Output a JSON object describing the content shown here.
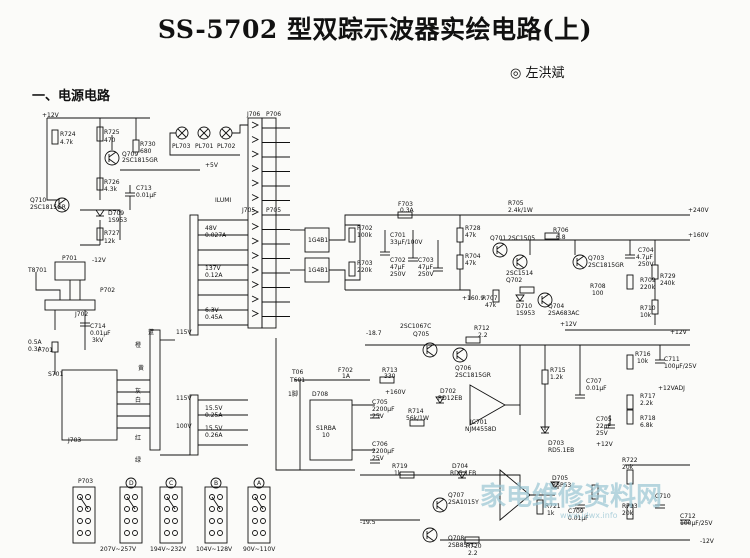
{
  "title": "SS-5702 型双踪示波器实绘电路(上)",
  "author": "◎ 左洪斌",
  "section": "一、电源电路",
  "labels": [
    {
      "id": "p12v",
      "t": "+12V"
    },
    {
      "id": "R724",
      "t": "R724"
    },
    {
      "id": "R724v",
      "t": "4.7k"
    },
    {
      "id": "R725",
      "t": "R725"
    },
    {
      "id": "R725v",
      "t": "470"
    },
    {
      "id": "R730",
      "t": "R730"
    },
    {
      "id": "R730v",
      "t": "680"
    },
    {
      "id": "Q709",
      "t": "Q709"
    },
    {
      "id": "Q709v",
      "t": "2SC1815GR"
    },
    {
      "id": "R726",
      "t": "R726"
    },
    {
      "id": "R726v",
      "t": "4.3k"
    },
    {
      "id": "C713",
      "t": "C713"
    },
    {
      "id": "C713v",
      "t": "0.01μF"
    },
    {
      "id": "Q710",
      "t": "Q710"
    },
    {
      "id": "Q710v",
      "t": "2SC1815GR"
    },
    {
      "id": "D709",
      "t": "D709"
    },
    {
      "id": "D709v",
      "t": "1S953"
    },
    {
      "id": "R727",
      "t": "R727"
    },
    {
      "id": "R727v",
      "t": "12k"
    },
    {
      "id": "m12v",
      "t": "-12V"
    },
    {
      "id": "PL703",
      "t": "PL703"
    },
    {
      "id": "PL701",
      "t": "PL701"
    },
    {
      "id": "PL702",
      "t": "PL702"
    },
    {
      "id": "J706",
      "t": "J706"
    },
    {
      "id": "P706",
      "t": "P706"
    },
    {
      "id": "p5v",
      "t": "+5V"
    },
    {
      "id": "ILUMI",
      "t": "ILUMI"
    },
    {
      "id": "J705",
      "t": "J705"
    },
    {
      "id": "P705",
      "t": "P705"
    },
    {
      "id": "F703",
      "t": "F703"
    },
    {
      "id": "F703v",
      "t": "0.3A"
    },
    {
      "id": "R705",
      "t": "R705"
    },
    {
      "id": "R705v",
      "t": "2.4k/1W"
    },
    {
      "id": "p240v",
      "t": "+240V"
    },
    {
      "id": "p160v",
      "t": "+160V"
    },
    {
      "id": "w48",
      "t": "48V"
    },
    {
      "id": "a48",
      "t": "0.027A"
    },
    {
      "id": "w137",
      "t": "137V"
    },
    {
      "id": "a137",
      "t": "0.12A"
    },
    {
      "id": "w63",
      "t": "6.3V"
    },
    {
      "id": "a63",
      "t": "0.45A"
    },
    {
      "id": "w155a",
      "t": "15.5V"
    },
    {
      "id": "a155a",
      "t": "0.25A"
    },
    {
      "id": "w155b",
      "t": "15.5V"
    },
    {
      "id": "a155b",
      "t": "0.26A"
    },
    {
      "id": "B1",
      "t": "1G4B1"
    },
    {
      "id": "B2",
      "t": "1G4B1"
    },
    {
      "id": "R702",
      "t": "R702"
    },
    {
      "id": "R702v",
      "t": "100k"
    },
    {
      "id": "R703",
      "t": "R703"
    },
    {
      "id": "R703v",
      "t": "220k"
    },
    {
      "id": "C701",
      "t": "C701"
    },
    {
      "id": "C701v",
      "t": "33μF/100V"
    },
    {
      "id": "C702",
      "t": "C702"
    },
    {
      "id": "C702v",
      "t": "47μF"
    },
    {
      "id": "C702w",
      "t": "250V"
    },
    {
      "id": "C703",
      "t": "C703"
    },
    {
      "id": "C703v",
      "t": "47μF"
    },
    {
      "id": "C703w",
      "t": "250V"
    },
    {
      "id": "R728",
      "t": "R728"
    },
    {
      "id": "R728v",
      "t": "47k"
    },
    {
      "id": "R704",
      "t": "R704"
    },
    {
      "id": "R704v",
      "t": "47k"
    },
    {
      "id": "Q701",
      "t": "Q701"
    },
    {
      "id": "Q701v",
      "t": "2SC1505"
    },
    {
      "id": "Q702v",
      "t": "2SC1514"
    },
    {
      "id": "Q702",
      "t": "Q702"
    },
    {
      "id": "R706",
      "t": "R706"
    },
    {
      "id": "R706v",
      "t": "6.8"
    },
    {
      "id": "Q703",
      "t": "Q703"
    },
    {
      "id": "Q703v",
      "t": "2SC1815GR"
    },
    {
      "id": "C704",
      "t": "C704"
    },
    {
      "id": "C704v",
      "t": "4.7μF"
    },
    {
      "id": "C704w",
      "t": "250V"
    },
    {
      "id": "R707",
      "t": "R707"
    },
    {
      "id": "R707v",
      "t": "47k"
    },
    {
      "id": "D710",
      "t": "D710"
    },
    {
      "id": "D710v",
      "t": "1S953"
    },
    {
      "id": "Q704",
      "t": "Q704"
    },
    {
      "id": "Q704v",
      "t": "2SA683AC"
    },
    {
      "id": "R708",
      "t": "R708"
    },
    {
      "id": "R708v",
      "t": "100"
    },
    {
      "id": "R709",
      "t": "R709"
    },
    {
      "id": "R709v",
      "t": "220k"
    },
    {
      "id": "R729",
      "t": "R729"
    },
    {
      "id": "R729v",
      "t": "240k"
    },
    {
      "id": "R710",
      "t": "R710"
    },
    {
      "id": "R710v",
      "t": "10k"
    },
    {
      "id": "p1609",
      "t": "+160.9"
    },
    {
      "id": "p12a",
      "t": "+12V"
    },
    {
      "id": "T8701",
      "t": "T8701"
    },
    {
      "id": "P701",
      "t": "P701"
    },
    {
      "id": "P702",
      "t": "P702"
    },
    {
      "id": "J702",
      "t": "J702"
    },
    {
      "id": "C714",
      "t": "C714"
    },
    {
      "id": "C714v",
      "t": "0.01μF"
    },
    {
      "id": "C714w",
      "t": "3kV"
    },
    {
      "id": "F701",
      "t": "F701"
    },
    {
      "id": "F701a",
      "t": "0.5A"
    },
    {
      "id": "F701b",
      "t": "0.3A"
    },
    {
      "id": "S701",
      "t": "S701"
    },
    {
      "id": "J703",
      "t": "J703"
    },
    {
      "id": "v115a",
      "t": "115V"
    },
    {
      "id": "v115b",
      "t": "115V"
    },
    {
      "id": "v100",
      "t": "100V"
    },
    {
      "id": "cBlue",
      "t": "蓝"
    },
    {
      "id": "cOrange",
      "t": "橙"
    },
    {
      "id": "cYellow",
      "t": "黄"
    },
    {
      "id": "cGray",
      "t": "灰"
    },
    {
      "id": "cWhite",
      "t": "白"
    },
    {
      "id": "cRed",
      "t": "红"
    },
    {
      "id": "cGreen",
      "t": "绿"
    },
    {
      "id": "m187",
      "t": "-18.7"
    },
    {
      "id": "Q705",
      "t": "Q705"
    },
    {
      "id": "Q705v",
      "t": "2SC1067C"
    },
    {
      "id": "R712",
      "t": "R712"
    },
    {
      "id": "R712v",
      "t": "2.2"
    },
    {
      "id": "Q706",
      "t": "Q706"
    },
    {
      "id": "Q706v",
      "t": "2SC1815GR"
    },
    {
      "id": "T06",
      "t": "T06"
    },
    {
      "id": "T601",
      "t": "T601"
    },
    {
      "id": "pin1",
      "t": "1脚"
    },
    {
      "id": "F702",
      "t": "F702"
    },
    {
      "id": "F702v",
      "t": "1A"
    },
    {
      "id": "R713",
      "t": "R713"
    },
    {
      "id": "R713v",
      "t": "330"
    },
    {
      "id": "D708",
      "t": "D708"
    },
    {
      "id": "p160b",
      "t": "+160V"
    },
    {
      "id": "D702",
      "t": "D702"
    },
    {
      "id": "D702v",
      "t": "RD12EB"
    },
    {
      "id": "R714",
      "t": "R714"
    },
    {
      "id": "R714v",
      "t": "56k/1W"
    },
    {
      "id": "IC701",
      "t": "IC701"
    },
    {
      "id": "IC701v",
      "t": "NJM4558D"
    },
    {
      "id": "S1RBA",
      "t": "S1RBA"
    },
    {
      "id": "S1RBAv",
      "t": "10"
    },
    {
      "id": "C705",
      "t": "C705"
    },
    {
      "id": "C705v",
      "t": "2200μF"
    },
    {
      "id": "C705w",
      "t": "25V"
    },
    {
      "id": "C706",
      "t": "C706"
    },
    {
      "id": "C706v",
      "t": "2200μF"
    },
    {
      "id": "C706w",
      "t": "25V"
    },
    {
      "id": "R715",
      "t": "R715"
    },
    {
      "id": "R715v",
      "t": "1.2k"
    },
    {
      "id": "C707",
      "t": "C707"
    },
    {
      "id": "C707v",
      "t": "0.01μF"
    },
    {
      "id": "C708",
      "t": "C705"
    },
    {
      "id": "C708v",
      "t": "22μF"
    },
    {
      "id": "C708w",
      "t": "25V"
    },
    {
      "id": "D703",
      "t": "D703"
    },
    {
      "id": "D703v",
      "t": "RD5.1EB"
    },
    {
      "id": "R716",
      "t": "R716"
    },
    {
      "id": "R716v",
      "t": "10k"
    },
    {
      "id": "C711",
      "t": "C711"
    },
    {
      "id": "C711v",
      "t": "100μF/25V"
    },
    {
      "id": "p12b",
      "t": "+12V"
    },
    {
      "id": "p12adj",
      "t": "+12VADJ"
    },
    {
      "id": "R717",
      "t": "R717"
    },
    {
      "id": "R717v",
      "t": "2.2k"
    },
    {
      "id": "R718",
      "t": "R718"
    },
    {
      "id": "R718v",
      "t": "6.8k"
    },
    {
      "id": "p12c",
      "t": "+12V"
    },
    {
      "id": "R719",
      "t": "R719"
    },
    {
      "id": "R719v",
      "t": "1k"
    },
    {
      "id": "D704",
      "t": "D704"
    },
    {
      "id": "D704v",
      "t": "RD5.1EB"
    },
    {
      "id": "Q707",
      "t": "Q707"
    },
    {
      "id": "Q707v",
      "t": "2SA1015Y"
    },
    {
      "id": "D705",
      "t": "D705"
    },
    {
      "id": "D705v",
      "t": "RSP53"
    },
    {
      "id": "R721",
      "t": "R721"
    },
    {
      "id": "R721v",
      "t": "1k"
    },
    {
      "id": "C709",
      "t": "C709"
    },
    {
      "id": "C709v",
      "t": "0.01μF"
    },
    {
      "id": "R722",
      "t": "R722"
    },
    {
      "id": "R722v",
      "t": "20k"
    },
    {
      "id": "R723",
      "t": "R723"
    },
    {
      "id": "R723v",
      "t": "20k"
    },
    {
      "id": "C710",
      "t": "C710"
    },
    {
      "id": "C712",
      "t": "C712"
    },
    {
      "id": "C712v",
      "t": "100μF/25V"
    },
    {
      "id": "m195",
      "t": "-19.5"
    },
    {
      "id": "Q708",
      "t": "Q708"
    },
    {
      "id": "Q708v",
      "t": "2SB857C"
    },
    {
      "id": "R720",
      "t": "R720"
    },
    {
      "id": "R720v",
      "t": "2.2"
    },
    {
      "id": "m12b",
      "t": "-12V"
    },
    {
      "id": "P703",
      "t": "P703"
    },
    {
      "id": "kD",
      "t": "D"
    },
    {
      "id": "kC",
      "t": "C"
    },
    {
      "id": "kB",
      "t": "B"
    },
    {
      "id": "kA",
      "t": "A"
    },
    {
      "id": "r1",
      "t": "207V~257V"
    },
    {
      "id": "r2",
      "t": "194V~232V"
    },
    {
      "id": "r3",
      "t": "104V~128V"
    },
    {
      "id": "r4",
      "t": "90V~110V"
    }
  ],
  "watermark": {
    "text": "家电维修资料网",
    "url": "www.jdwx.info"
  }
}
